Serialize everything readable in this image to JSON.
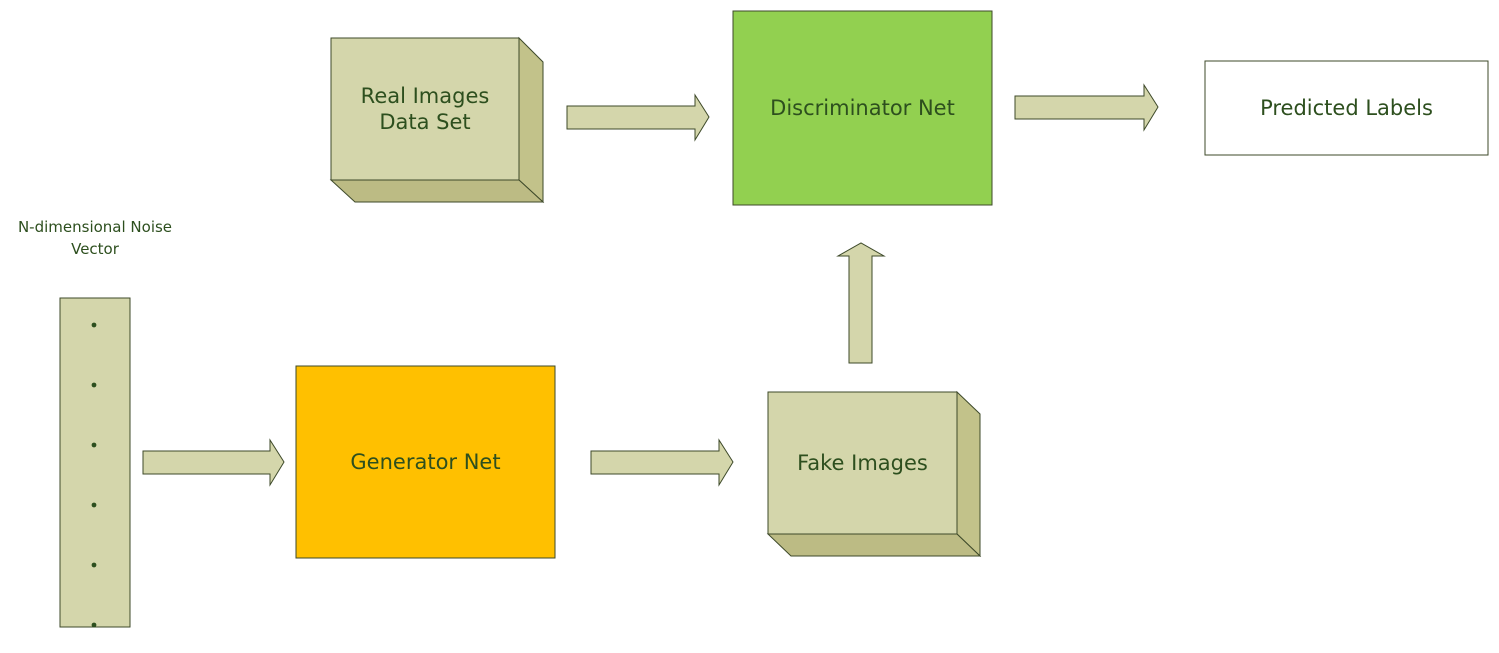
{
  "diagram": {
    "noise_vector": {
      "caption_line1": "N-dimensional Noise",
      "caption_line2": "Vector",
      "dot_glyph": "•"
    },
    "nodes": {
      "real_images": {
        "line1": "Real Images",
        "line2": "Data Set"
      },
      "discriminator": {
        "label": "Discriminator Net"
      },
      "predicted_labels": {
        "label": "Predicted Labels"
      },
      "generator": {
        "label": "Generator Net"
      },
      "fake_images": {
        "label": "Fake Images"
      }
    },
    "colors": {
      "box_face": "#d4d6ab",
      "box_side": "#c2c28a",
      "box_bottom": "#bcbb84",
      "discriminator_fill": "#92d050",
      "generator_fill": "#ffc000",
      "stroke": "#3e4a2a",
      "text": "#2d4f1e"
    }
  }
}
